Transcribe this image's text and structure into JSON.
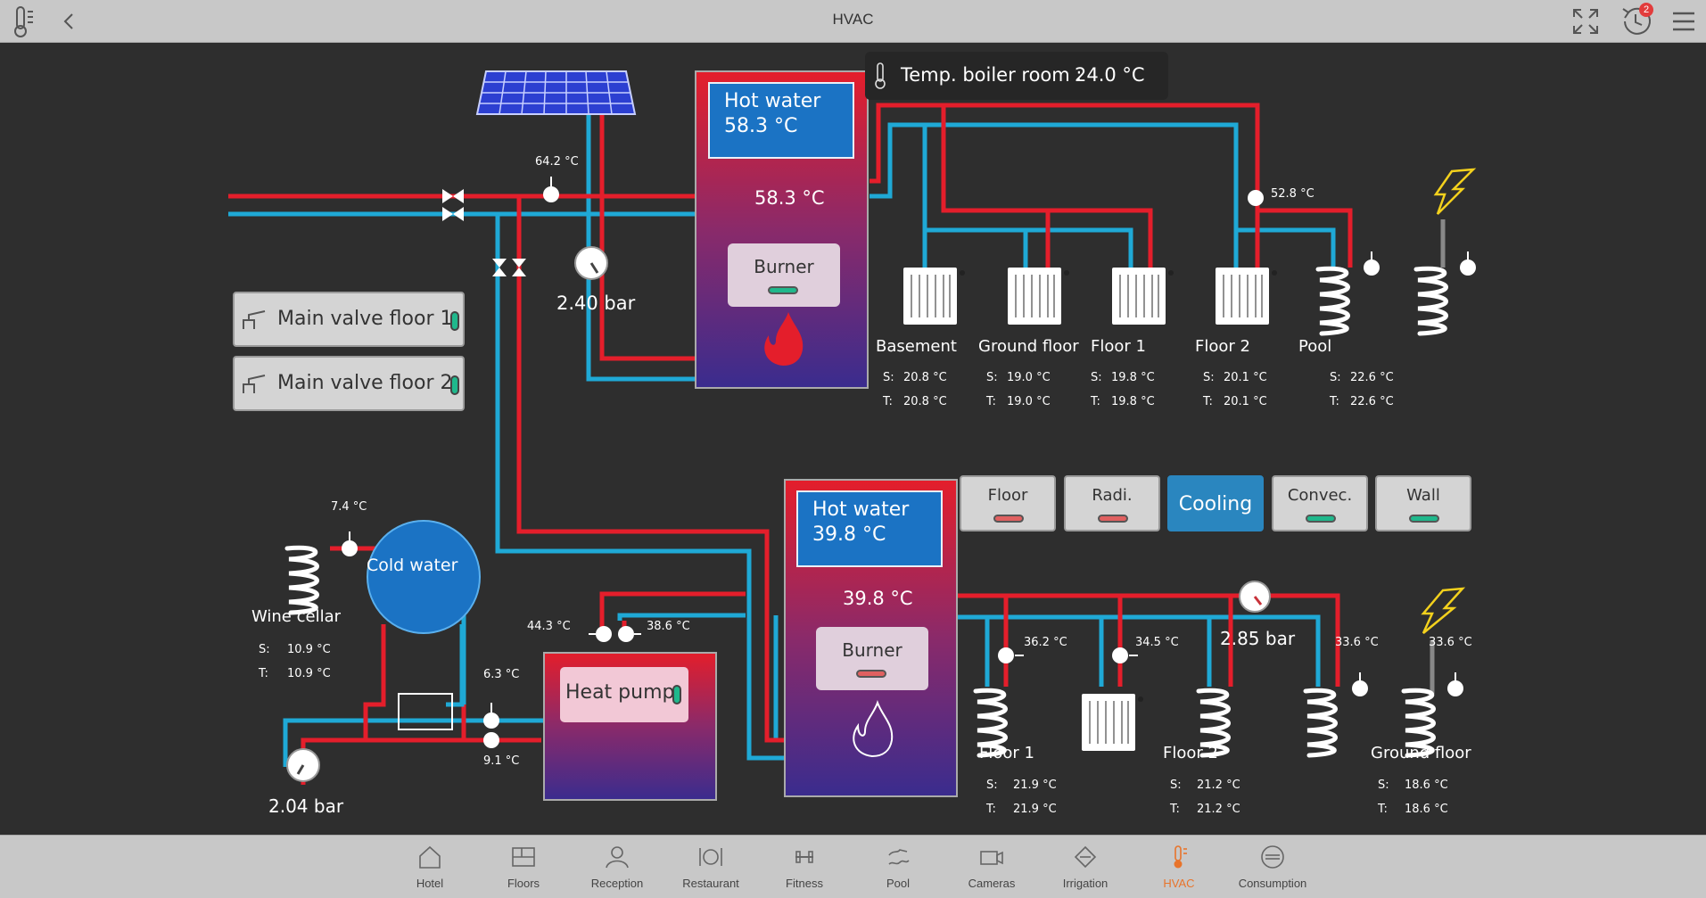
{
  "header": {
    "title": "HVAC",
    "notification_count": "2",
    "icons": [
      "thermometer-app-icon",
      "back-icon",
      "fullscreen-icon",
      "history-icon",
      "menu-icon"
    ]
  },
  "boiler_room": {
    "label": "Temp. boiler room :",
    "value": "24.0 °C"
  },
  "solar": {
    "temp": "64.2 °C",
    "pressure": "2.40 bar"
  },
  "main_valves": [
    {
      "label": "Main valve floor 1",
      "status": "on"
    },
    {
      "label": "Main valve floor 2",
      "status": "on"
    }
  ],
  "tank1": {
    "title": "Hot water",
    "temp_title": "58.3 °C",
    "temp_mid": "58.3 °C",
    "burner_label": "Burner",
    "burner_status": "on",
    "flame": "active"
  },
  "tank2": {
    "title": "Hot water",
    "temp_title": "39.8 °C",
    "temp_mid": "39.8 °C",
    "burner_label": "Burner",
    "burner_status": "off",
    "flame": "inactive"
  },
  "upper_circuits": {
    "supply_temp": "52.8 °C",
    "circuits": [
      {
        "name": "Basement",
        "s": "20.8 °C",
        "t": "20.8 °C"
      },
      {
        "name": "Ground floor",
        "s": "19.0 °C",
        "t": "19.0 °C"
      },
      {
        "name": "Floor 1",
        "s": "19.8 °C",
        "t": "19.8 °C"
      },
      {
        "name": "Floor 2",
        "s": "20.1 °C",
        "t": "20.1 °C"
      },
      {
        "name": "Pool",
        "s": "22.6 °C",
        "t": "22.6 °C"
      }
    ]
  },
  "modes": [
    {
      "label": "Floor",
      "status": "off"
    },
    {
      "label": "Radi.",
      "status": "off"
    },
    {
      "label": "Cooling",
      "status": "active"
    },
    {
      "label": "Convec.",
      "status": "on"
    },
    {
      "label": "Wall",
      "status": "on"
    }
  ],
  "lower_circuits": {
    "pressure": "2.85 bar",
    "temps": [
      "36.2 °C",
      "34.5 °C",
      "33.6 °C",
      "33.6 °C"
    ],
    "circuits": [
      {
        "name": "Floor 1",
        "s": "21.9 °C",
        "t": "21.9 °C"
      },
      {
        "name": "Floor 2",
        "s": "21.2 °C",
        "t": "21.2 °C"
      },
      {
        "name": "Ground floor",
        "s": "18.6 °C",
        "t": "18.6 °C"
      }
    ]
  },
  "cold_water": {
    "label": "Cold water",
    "temp_top": "7.4 °C",
    "wine_cellar": {
      "name": "Wine cellar",
      "s": "10.9 °C",
      "t": "10.9 °C"
    },
    "temp_a": "6.3 °C",
    "temp_b": "9.1 °C",
    "pressure": "2.04 bar"
  },
  "heat_pump": {
    "label": "Heat pump",
    "status": "on",
    "temp_in": "44.3 °C",
    "temp_out": "38.6 °C"
  },
  "sensor_labels": {
    "s": "S:",
    "t": "T:"
  },
  "nav": [
    {
      "label": "Hotel",
      "icon": "house-icon"
    },
    {
      "label": "Floors",
      "icon": "floors-icon"
    },
    {
      "label": "Reception",
      "icon": "person-icon"
    },
    {
      "label": "Restaurant",
      "icon": "plate-icon"
    },
    {
      "label": "Fitness",
      "icon": "dumbbell-icon"
    },
    {
      "label": "Pool",
      "icon": "pool-icon"
    },
    {
      "label": "Cameras",
      "icon": "camera-icon"
    },
    {
      "label": "Irrigation",
      "icon": "sprinkler-icon"
    },
    {
      "label": "HVAC",
      "icon": "thermometer-icon",
      "active": true
    },
    {
      "label": "Consumption",
      "icon": "meter-icon"
    }
  ],
  "colors": {
    "hot": "#e41e2b",
    "cold": "#1fa9d6",
    "accent": "#e8742b",
    "tank_title": "#1b73c4"
  }
}
